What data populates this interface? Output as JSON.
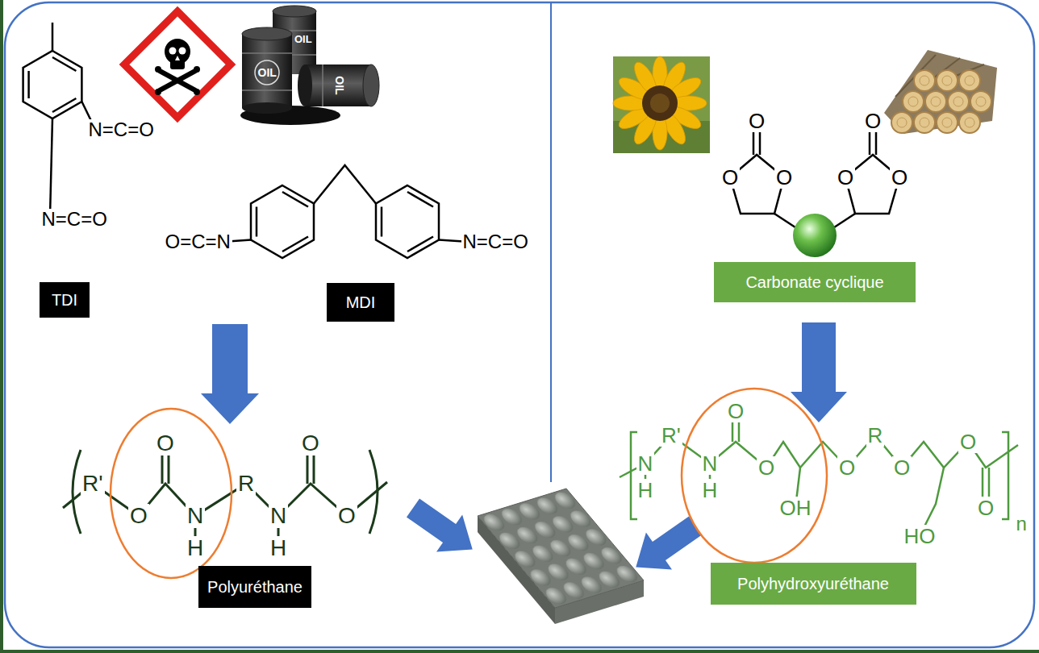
{
  "diagram": {
    "nodes": [
      {
        "text": [
          "TDI"
        ]
      },
      {
        "text": [
          "MDI"
        ]
      },
      {
        "text": [
          "Polyuréthane"
        ]
      },
      {
        "text": [
          "Carbonate cyclique"
        ]
      },
      {
        "text": [
          "Polyhydroxyuréthane"
        ]
      }
    ],
    "labels": [
      "OIL",
      "OIL",
      "OIL",
      "N=C=O",
      "N=C=O",
      "O=C=N",
      "N=C=O",
      "O",
      "O",
      "O",
      "O",
      "O",
      "O",
      "O",
      "O",
      "R'",
      "R",
      "O",
      "N",
      "N",
      "O",
      "H",
      "H",
      "O",
      "R'",
      "R",
      "O",
      "N",
      "N",
      "O",
      "O",
      "O",
      "H",
      "H",
      "OH",
      "O",
      "n",
      "HO"
    ]
  }
}
